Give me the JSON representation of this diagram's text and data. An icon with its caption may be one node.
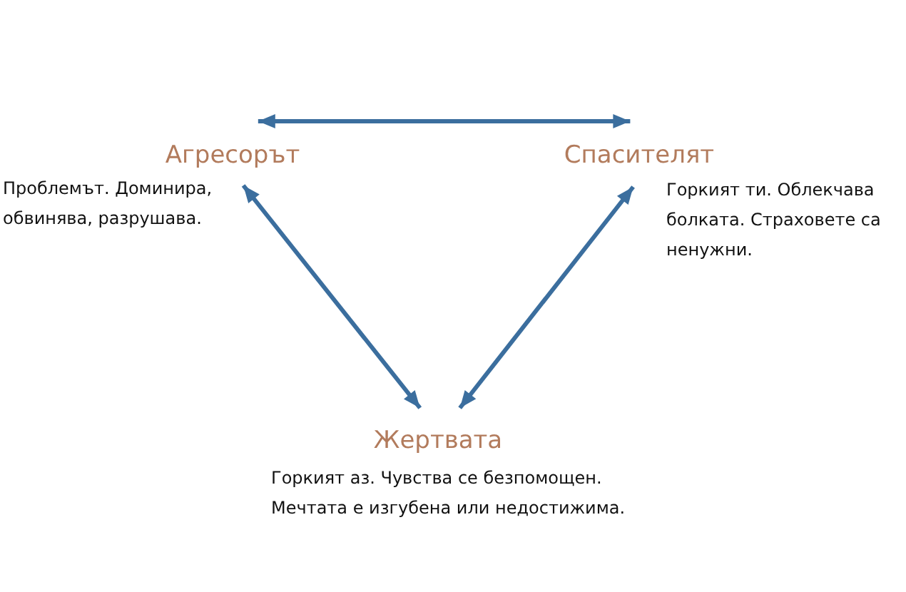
{
  "diagram": {
    "nodes": [
      {
        "text": [
          "Агресорът"
        ],
        "beside": [
          "Проблемът. Доминира, обвинява, разрушава."
        ]
      },
      {
        "text": [
          "Спасителят"
        ],
        "beside": [
          "Горкият ти. Облекчава болката. Страховете са ненужни."
        ]
      },
      {
        "text": [
          "Жертвата"
        ],
        "beside": [
          "Горкият аз. Чувства се безпомощен. Мечтата е изгубена или недостижима."
        ]
      }
    ],
    "edges": [
      {
        "from": 0,
        "to": 1,
        "arrow": "both"
      },
      {
        "from": 0,
        "to": 2,
        "arrow": "both"
      },
      {
        "from": 1,
        "to": 2,
        "arrow": "both"
      }
    ]
  }
}
